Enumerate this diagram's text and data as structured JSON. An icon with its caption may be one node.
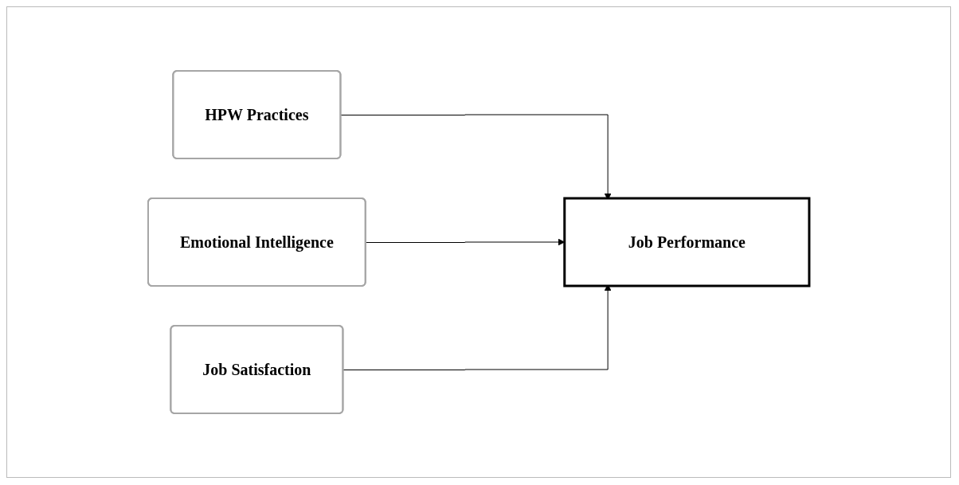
{
  "diagram": {
    "nodes": [
      {
        "text": [
          "HPW Practices"
        ]
      },
      {
        "text": [
          "Emotional Intelligence"
        ]
      },
      {
        "text": [
          "Job Satisfaction"
        ]
      },
      {
        "text": [
          "Job Performance"
        ]
      }
    ],
    "edges": [
      {
        "from": 0,
        "to": 3,
        "arrow": "to"
      },
      {
        "from": 1,
        "to": 3,
        "arrow": "to"
      },
      {
        "from": 2,
        "to": 3,
        "arrow": "to"
      }
    ]
  }
}
